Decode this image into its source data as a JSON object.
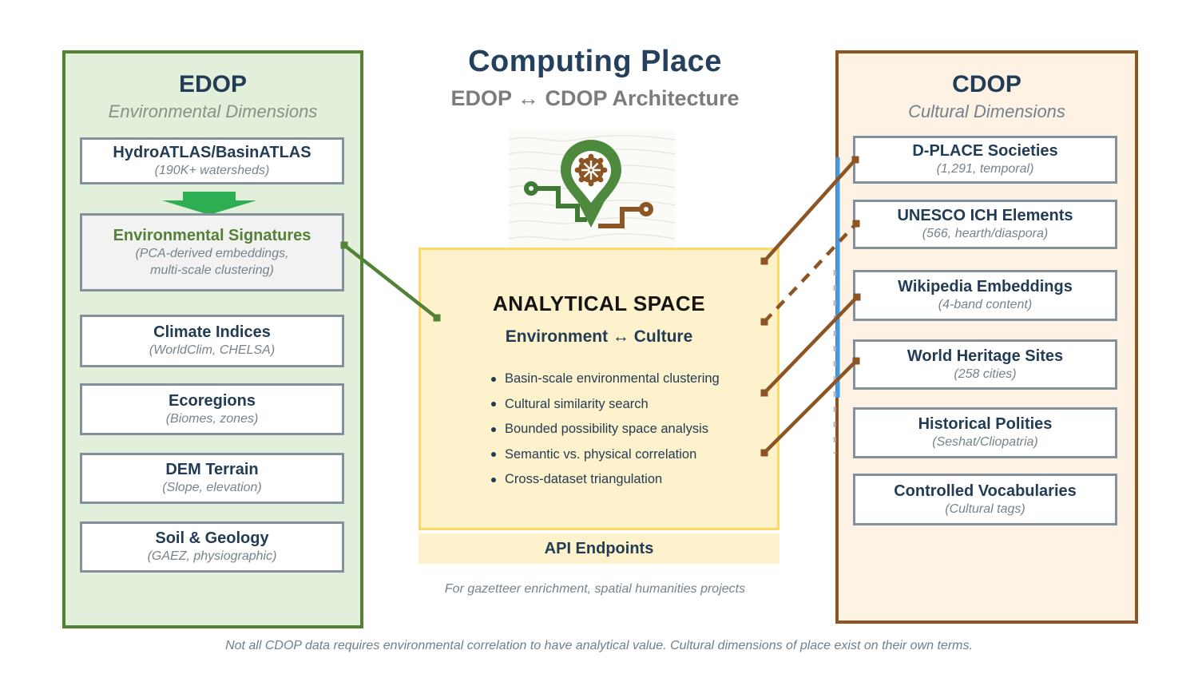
{
  "page": {
    "title": "Computing Place",
    "subtitle": "EDOP ↔ CDOP Architecture",
    "footnote": "Not all CDOP data requires environmental correlation to have analytical value. Cultural dimensions of place exist on their own terms."
  },
  "edop": {
    "title": "EDOP",
    "subtitle": "Environmental Dimensions",
    "boxes": [
      {
        "title": "HydroATLAS/BasinATLAS",
        "subtitle": "(190K+ watersheds)"
      },
      {
        "title": "Environmental Signatures",
        "subtitle": "(PCA-derived embeddings,",
        "subtitle2": "multi-scale clustering)"
      },
      {
        "title": "Climate Indices",
        "subtitle": "(WorldClim, CHELSA)"
      },
      {
        "title": "Ecoregions",
        "subtitle": "(Biomes, zones)"
      },
      {
        "title": "DEM Terrain",
        "subtitle": "(Slope, elevation)"
      },
      {
        "title": "Soil & Geology",
        "subtitle": "(GAEZ, physiographic)"
      }
    ]
  },
  "cdop": {
    "title": "CDOP",
    "subtitle": "Cultural Dimensions",
    "boxes": [
      {
        "title": "D-PLACE Societies",
        "subtitle": "(1,291, temporal)"
      },
      {
        "title": "UNESCO ICH Elements",
        "subtitle": "(566, hearth/diaspora)"
      },
      {
        "title": "Wikipedia Embeddings",
        "subtitle": "(4-band content)"
      },
      {
        "title": "World Heritage Sites",
        "subtitle": "(258 cities)"
      },
      {
        "title": "Historical Polities",
        "subtitle": "(Seshat/Cliopatria)"
      },
      {
        "title": "Controlled Vocabularies",
        "subtitle": "(Cultural tags)"
      }
    ]
  },
  "analytical_space": {
    "title": "ANALYTICAL SPACE",
    "subtitle": "Environment ↔ Culture",
    "bullets": [
      "Basin-scale environmental clustering",
      "Cultural similarity search",
      "Bounded possibility space analysis",
      "Semantic vs. physical correlation",
      "Cross-dataset triangulation"
    ],
    "api_label": "API Endpoints",
    "caption": "For gazetteer enrichment, spatial humanities projects"
  },
  "colors": {
    "edop_border": "#538135",
    "edop_bg": "#E2EFDA",
    "arrow_green": "#2EAE52",
    "cdop_border": "#8C5523",
    "cdop_bg": "#FDF2E4",
    "analytical_bg": "#FEF2CC",
    "analytical_border": "#FFD966",
    "connector_brown": "#8C5523",
    "connector_green": "#538135",
    "connector_blue": "#3D9BE9",
    "heading_navy": "#233C55"
  }
}
